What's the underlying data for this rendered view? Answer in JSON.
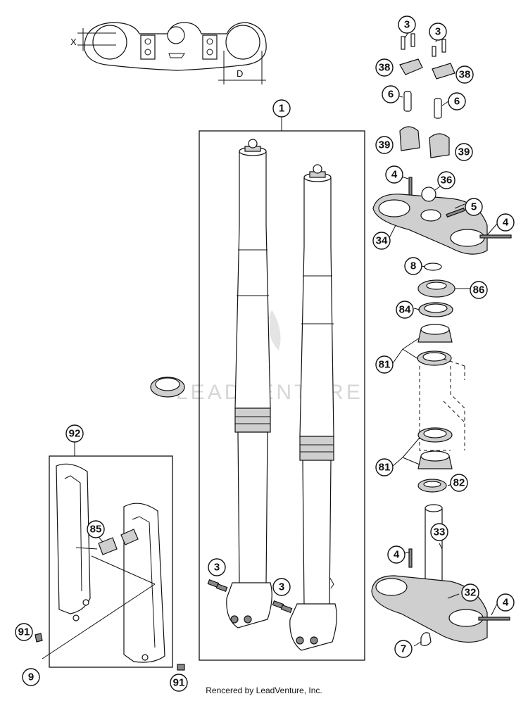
{
  "footer": {
    "credit": "Rencered by LeadVenture, Inc."
  },
  "watermark": {
    "text": "LEADVENTURE"
  },
  "dimension_labels": {
    "x": "X",
    "d": "D"
  },
  "callouts": {
    "c1": "1",
    "c3a": "3",
    "c3b": "3",
    "c3c": "3",
    "c3d": "3",
    "c38a": "38",
    "c38b": "38",
    "c6a": "6",
    "c6b": "6",
    "c39a": "39",
    "c39b": "39",
    "c4a": "4",
    "c36": "36",
    "c5": "5",
    "c4b": "4",
    "c34": "34",
    "c8": "8",
    "c86": "86",
    "c84": "84",
    "c81a": "81",
    "c81b": "81",
    "c82": "82",
    "c92": "92",
    "c85": "85",
    "c91a": "91",
    "c91b": "91",
    "c9": "9",
    "c4c": "4",
    "c33": "33",
    "c32": "32",
    "c4d": "4",
    "c7": "7"
  }
}
